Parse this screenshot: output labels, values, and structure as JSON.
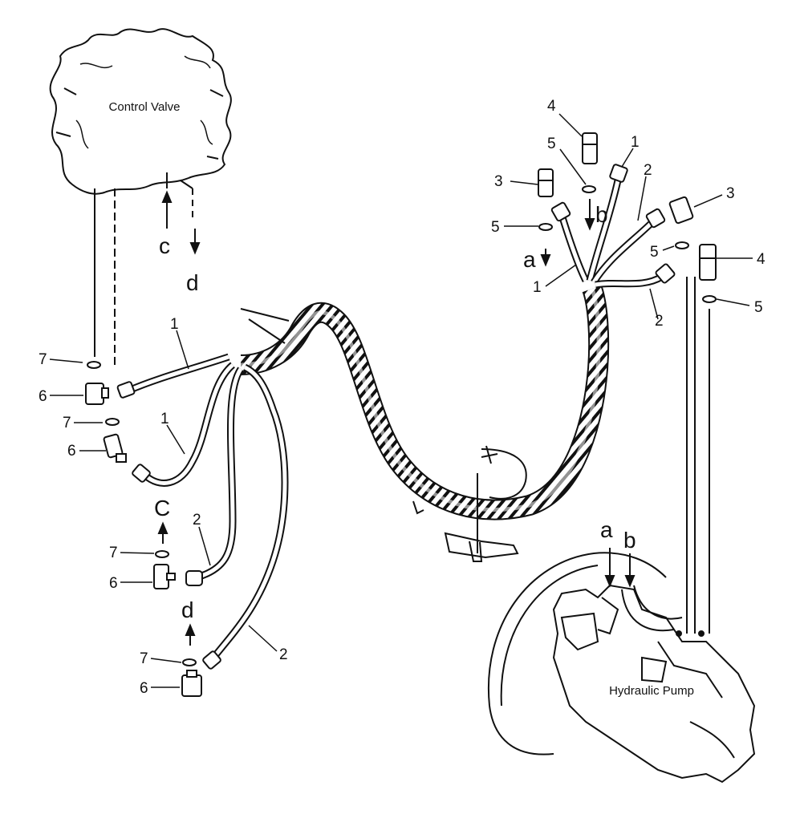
{
  "units": {
    "control_valve": "Control Valve",
    "hydraulic_pump": "Hydraulic Pump"
  },
  "callouts": {
    "n1": "1",
    "n2": "2",
    "n3": "3",
    "n4": "4",
    "n5": "5",
    "n6": "6",
    "n7": "7"
  },
  "connections": {
    "a": "a",
    "b": "b",
    "c_lower": "c",
    "c_upper": "C",
    "d": "d"
  },
  "colors": {
    "ink": "#111111",
    "paper": "#ffffff"
  }
}
